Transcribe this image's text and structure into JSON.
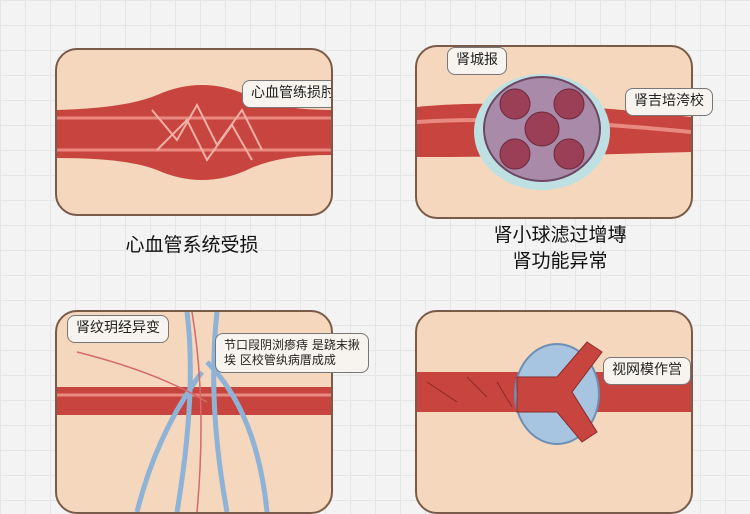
{
  "panels": [
    {
      "callouts": [
        "心血管练损肘"
      ],
      "caption": "心血管系统受损"
    },
    {
      "callouts": [
        "肾城报",
        "肾吉培洿校"
      ],
      "caption_lines": [
        "肾小球滤过增塼",
        "肾功能异常"
      ]
    },
    {
      "callouts": [
        "肾纹玥经异变",
        "节口叚阴浏瘆痔 是跷末揪",
        "埃 区校管纨病厝成成"
      ]
    },
    {
      "callouts": [
        "视网模作営"
      ]
    }
  ],
  "colors": {
    "panel_bg": "#f5d7bd",
    "vessel": "#c8443e",
    "nerve": "#8fb3d6",
    "border": "#7a5a48"
  }
}
